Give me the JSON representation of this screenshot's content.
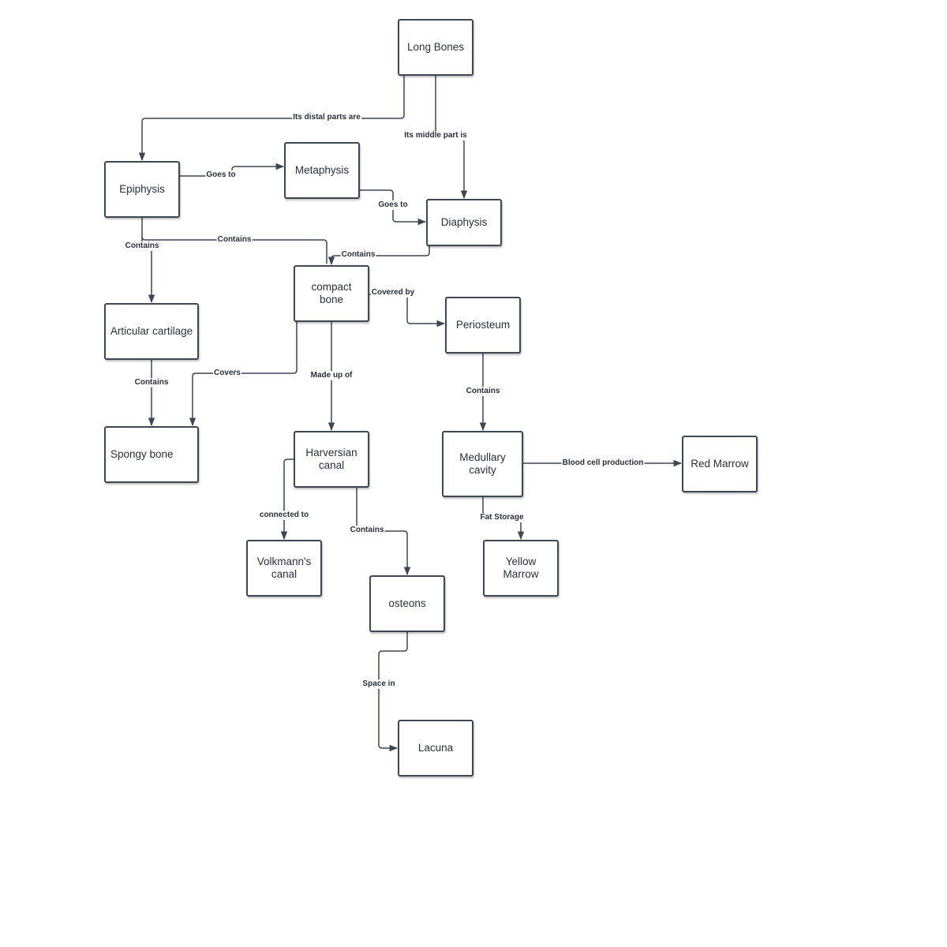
{
  "diagram": {
    "nodes": {
      "long_bones": "Long Bones",
      "epiphysis": "Epiphysis",
      "metaphysis": "Metaphysis",
      "diaphysis": "Diaphysis",
      "compact_bone": "compact\nbone",
      "articular_cartilage": "Articular cartilage",
      "periosteum": "Periosteum",
      "spongy_bone": "Spongy bone",
      "harversian_canal": "Harversian\ncanal",
      "medullary_cavity": "Medullary\ncavity",
      "red_marrow": "Red Marrow",
      "volkmanns_canal": "Volkmann's\ncanal",
      "yellow_marrow": "Yellow\nMarrow",
      "osteons": "osteons",
      "lacuna": "Lacuna"
    },
    "edges": {
      "distal_parts": "Its distal parts are",
      "middle_part": "Its middle part is",
      "goes_to_1": "Goes  to",
      "goes_to_2": "Goes to",
      "contains_epi_art": "Contains",
      "contains_epi_compact": "Contains",
      "contains_dia_compact": "Contains",
      "covered_by": "Covered by",
      "contains_art_spongy": "Contains",
      "covers": "Covers",
      "made_up_of": "Made up of",
      "contains_peri_med": "Contains",
      "blood_cell": "Blood cell production",
      "fat_storage": "Fat Storage",
      "connected_to": "connected to",
      "contains_harv_ost": "Contains",
      "space_in": "Space in"
    },
    "colors": {
      "line": "#3f4552",
      "text": "#2a2f3a",
      "background": "#ffffff"
    }
  }
}
